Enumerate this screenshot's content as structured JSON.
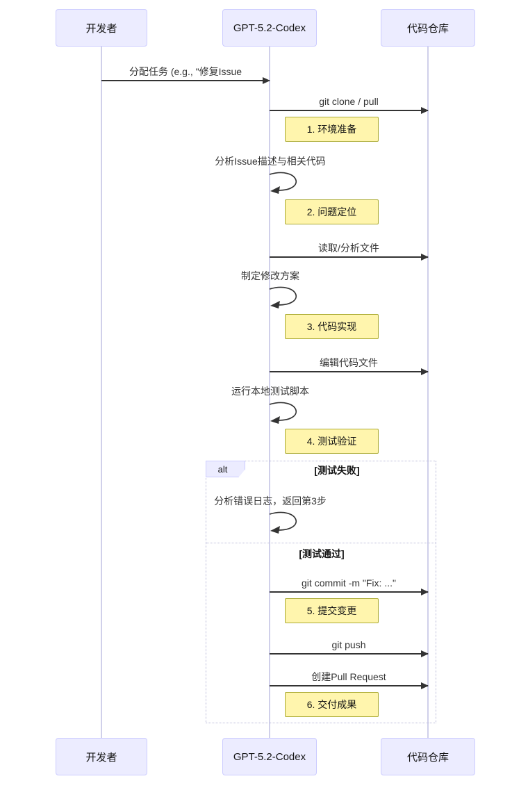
{
  "diagram_type": "sequence-diagram",
  "actors": [
    {
      "id": "developer",
      "label": "开发者"
    },
    {
      "id": "agent",
      "label": "GPT-5.2-Codex"
    },
    {
      "id": "repo",
      "label": "代码仓库"
    }
  ],
  "messages": [
    {
      "from": "开发者",
      "to": "GPT-5.2-Codex",
      "label": "分配任务 (e.g., \"修复Issue"
    },
    {
      "from": "GPT-5.2-Codex",
      "to": "代码仓库",
      "label": "git clone / pull"
    },
    {
      "from": "GPT-5.2-Codex",
      "to": "代码仓库",
      "label": "读取/分析文件"
    },
    {
      "from": "GPT-5.2-Codex",
      "to": "代码仓库",
      "label": "编辑代码文件"
    },
    {
      "from": "GPT-5.2-Codex",
      "to": "代码仓库",
      "label": "git commit -m \"Fix: ...\""
    },
    {
      "from": "GPT-5.2-Codex",
      "to": "代码仓库",
      "label": "git push"
    },
    {
      "from": "GPT-5.2-Codex",
      "to": "代码仓库",
      "label": "创建Pull Request"
    }
  ],
  "self_messages": [
    {
      "actor": "GPT-5.2-Codex",
      "label": "分析Issue描述与相关代码"
    },
    {
      "actor": "GPT-5.2-Codex",
      "label": "制定修改方案"
    },
    {
      "actor": "GPT-5.2-Codex",
      "label": "运行本地测试脚本"
    },
    {
      "actor": "GPT-5.2-Codex",
      "label": "分析错误日志，返回第3步"
    }
  ],
  "notes": [
    {
      "text": "1. 环境准备"
    },
    {
      "text": "2. 问题定位"
    },
    {
      "text": "3. 代码实现"
    },
    {
      "text": "4. 测试验证"
    },
    {
      "text": "5. 提交变更"
    },
    {
      "text": "6. 交付成果"
    }
  ],
  "alt": {
    "label": "alt",
    "conditions": [
      {
        "text": "[测试失败]"
      },
      {
        "text": "[测试通过]"
      }
    ]
  },
  "colors": {
    "actor_fill": "#ECECFF",
    "actor_border": "#CCCCFF",
    "note_fill": "#FFF5AD",
    "note_border": "#AAAA33",
    "line": "#333333",
    "msg_text": "#333333",
    "lifeline": "#D0D0EA",
    "frame_border": "#B9B9D8"
  }
}
